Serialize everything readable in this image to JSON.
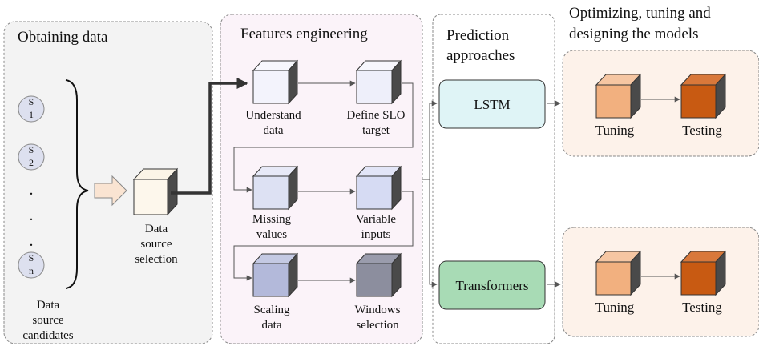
{
  "sections": {
    "obtaining": {
      "title": "Obtaining data"
    },
    "features": {
      "title": "Features engineering"
    },
    "prediction": {
      "title_line1": "Prediction",
      "title_line2": "approaches"
    },
    "optimizing": {
      "title_line1": "Optimizing, tuning and",
      "title_line2": "designing the models"
    }
  },
  "sources": [
    {
      "letter": "S",
      "index": "1"
    },
    {
      "letter": "S",
      "index": "2"
    },
    {
      "letter": "S",
      "index": "n"
    }
  ],
  "ellipsis_dots": [
    ".",
    ".",
    "."
  ],
  "candidates_label": [
    "Data",
    "source",
    "candidates"
  ],
  "selection_label": [
    "Data",
    "source",
    "selection"
  ],
  "steps": {
    "understand": [
      "Understand",
      "data"
    ],
    "define_slo": [
      "Define SLO",
      "target"
    ],
    "missing": [
      "Missing",
      "values"
    ],
    "variable": [
      "Variable",
      "inputs"
    ],
    "scaling": [
      "Scaling",
      "data"
    ],
    "windows": [
      "Windows",
      "selection"
    ]
  },
  "models": {
    "lstm": "LSTM",
    "transformers": "Transformers"
  },
  "optimize_steps": {
    "tuning": "Tuning",
    "testing": "Testing"
  },
  "colors": {
    "panel_obtaining": "#f3f3f3",
    "panel_features": "#fbf3f9",
    "panel_optimizing": "#fdf2ea",
    "lstm_fill": "#dff4f6",
    "transformers_fill": "#a8dbb5",
    "tuning_cube": "#f2b07f",
    "testing_cube": "#c85a12"
  }
}
